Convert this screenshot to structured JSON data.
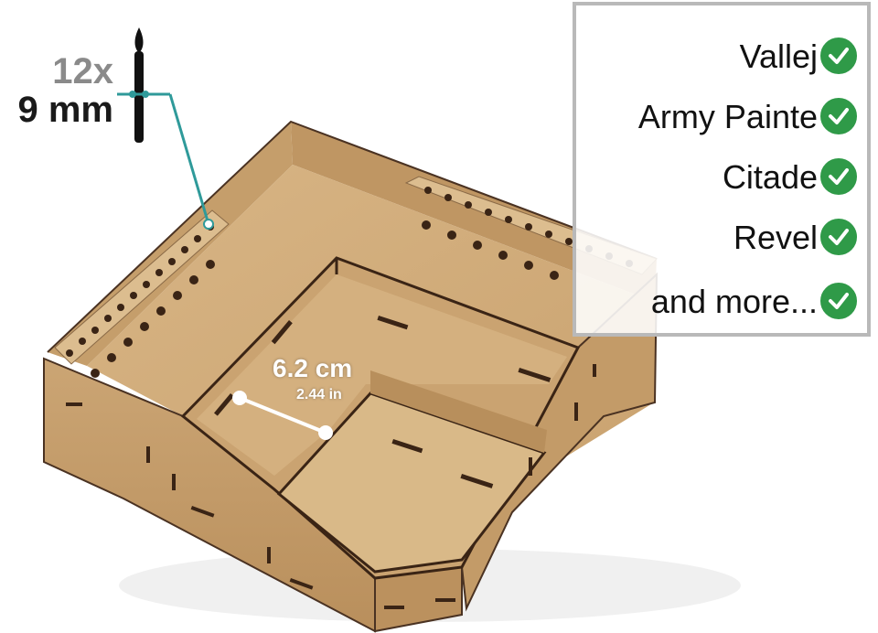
{
  "callouts": {
    "brush_count": "12x",
    "brush_size": "9 mm"
  },
  "dimension": {
    "metric": "6.2 cm",
    "imperial": "2.44 in"
  },
  "brands": [
    {
      "label": "Vallej",
      "icon": "check-icon"
    },
    {
      "label": "Army Painte",
      "icon": "check-icon"
    },
    {
      "label": "Citade",
      "icon": "check-icon"
    },
    {
      "label": "Revel",
      "icon": "check-icon"
    },
    {
      "label": "and more...",
      "icon": "check-icon"
    }
  ],
  "colors": {
    "accent_teal": "#2f9a9a",
    "check_green": "#2f9a48",
    "wood": "#c9a473"
  }
}
